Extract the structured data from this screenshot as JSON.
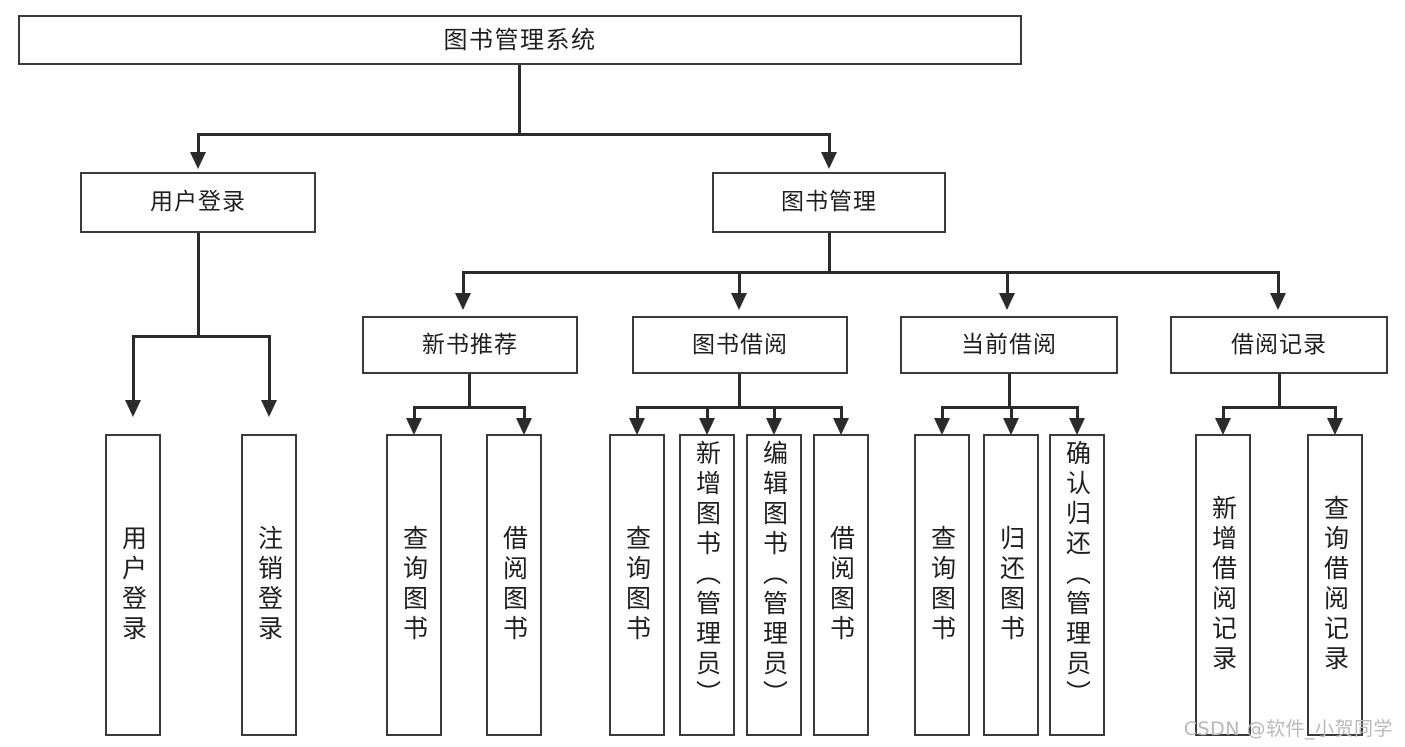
{
  "diagram": {
    "type": "tree-hierarchy",
    "root": {
      "id": "root",
      "label": "图书管理系统"
    },
    "level1": [
      {
        "id": "user-login",
        "label": "用户登录"
      },
      {
        "id": "book-manage",
        "label": "图书管理"
      }
    ],
    "level2": [
      {
        "id": "new-book-recommend",
        "label": "新书推荐",
        "parent": "book-manage"
      },
      {
        "id": "book-borrow",
        "label": "图书借阅",
        "parent": "book-manage"
      },
      {
        "id": "current-borrow",
        "label": "当前借阅",
        "parent": "book-manage"
      },
      {
        "id": "borrow-record",
        "label": "借阅记录",
        "parent": "book-manage"
      }
    ],
    "leaves": [
      {
        "id": "leaf-user-login",
        "label": "用户登录",
        "parent": "user-login"
      },
      {
        "id": "leaf-user-logout",
        "label": "注销登录",
        "parent": "user-login"
      },
      {
        "id": "leaf-query-book-1",
        "label": "查询图书",
        "parent": "new-book-recommend"
      },
      {
        "id": "leaf-borrow-book-1",
        "label": "借阅图书",
        "parent": "new-book-recommend"
      },
      {
        "id": "leaf-query-book-2",
        "label": "查询图书",
        "parent": "book-borrow"
      },
      {
        "id": "leaf-add-book",
        "label": "新增图书（管理员）",
        "parent": "book-borrow"
      },
      {
        "id": "leaf-edit-book",
        "label": "编辑图书（管理员）",
        "parent": "book-borrow"
      },
      {
        "id": "leaf-borrow-book-2",
        "label": "借阅图书",
        "parent": "book-borrow"
      },
      {
        "id": "leaf-query-book-3",
        "label": "查询图书",
        "parent": "current-borrow"
      },
      {
        "id": "leaf-return-book",
        "label": "归还图书",
        "parent": "current-borrow"
      },
      {
        "id": "leaf-confirm-return",
        "label": "确认归还（管理员）",
        "parent": "current-borrow"
      },
      {
        "id": "leaf-add-record",
        "label": "新增借阅记录",
        "parent": "borrow-record"
      },
      {
        "id": "leaf-query-record",
        "label": "查询借阅记录",
        "parent": "borrow-record"
      }
    ]
  },
  "watermark": {
    "text": "CSDN @软件_小贺同学"
  },
  "colors": {
    "box_border": "#3a3a3a",
    "connector": "#2b2b2b",
    "text": "#1f1f1f",
    "background": "#ffffff",
    "watermark": "#b9b9b9"
  }
}
